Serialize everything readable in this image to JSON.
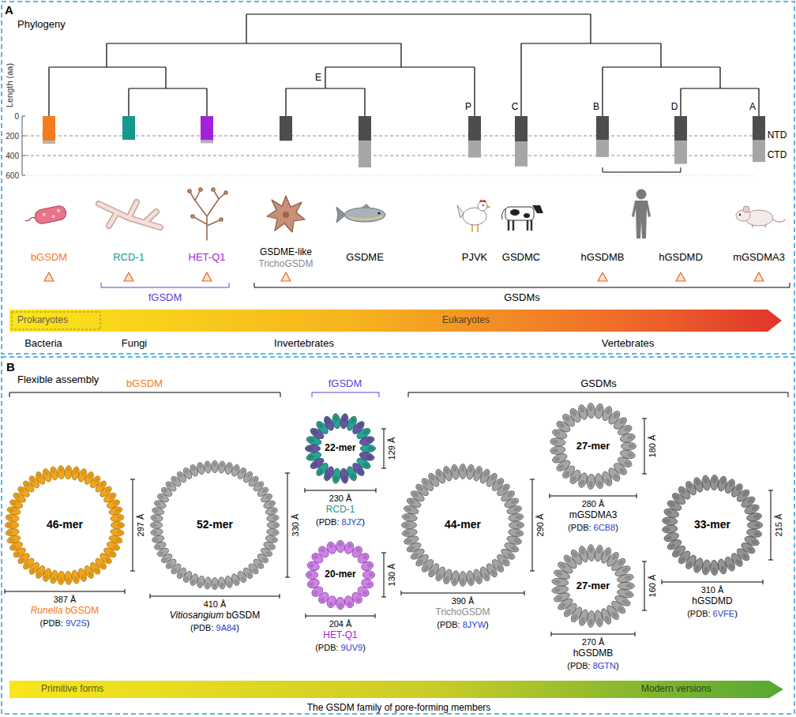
{
  "diagram": {
    "caption": "The GSDM family of pore-forming members",
    "nodes": [
      {
        "text": [
          "Prokaryotes",
          "Eukaryotes"
        ]
      },
      {
        "text": [
          "46-mer"
        ]
      },
      {
        "text": [
          "52-mer"
        ]
      },
      {
        "text": [
          "22-mer"
        ]
      },
      {
        "text": [
          "20-mer"
        ]
      },
      {
        "text": [
          "44-mer"
        ]
      },
      {
        "text": [
          "27-mer"
        ]
      },
      {
        "text": [
          "27-mer"
        ]
      },
      {
        "text": [
          "33-mer"
        ]
      },
      {
        "text": [
          "Primitive forms",
          "Modern versions"
        ]
      }
    ],
    "labels": [
      "A",
      "Phylogeny",
      "Length (aa)",
      "0",
      "200",
      "400",
      "600",
      "NTD",
      "CTD",
      "E",
      "P",
      "C",
      "B",
      "D",
      "A",
      "bGSDM",
      "RCD-1",
      "HET-Q1",
      "GSDME-like",
      "TrichoGSDM",
      "GSDME",
      "PJVK",
      "GSDMC",
      "hGSDMB",
      "hGSDMD",
      "mGSDMA3",
      "fGSDM",
      "GSDMs",
      "Bacteria",
      "Fungi",
      "Invertebrates",
      "Vertebrates",
      "B",
      "Flexible assembly",
      "bGSDM",
      "fGSDM",
      "GSDMs",
      "297 Å",
      "387 Å",
      "Runella bGSDM",
      "(PDB: 9V2S)",
      "330 Å",
      "410 Å",
      "Vitiosangium bGSDM",
      "(PDB: 9A84)",
      "129 Å",
      "230 Å",
      "RCD-1",
      "(PDB: 8JYZ)",
      "130 Å",
      "204 Å",
      "HET-Q1",
      "(PDB: 9UV9)",
      "290 Å",
      "390 Å",
      "TrichoGSDM",
      "(PDB: 8JYW)",
      "180 Å",
      "280 Å",
      "mGSDMA3",
      "(PDB: 6CB8)",
      "160 Å",
      "270 Å",
      "hGSDMB",
      "(PDB: 8GTN)",
      "215 Å",
      "310 Å",
      "hGSDMD",
      "(PDB: 6VFE)"
    ]
  }
}
